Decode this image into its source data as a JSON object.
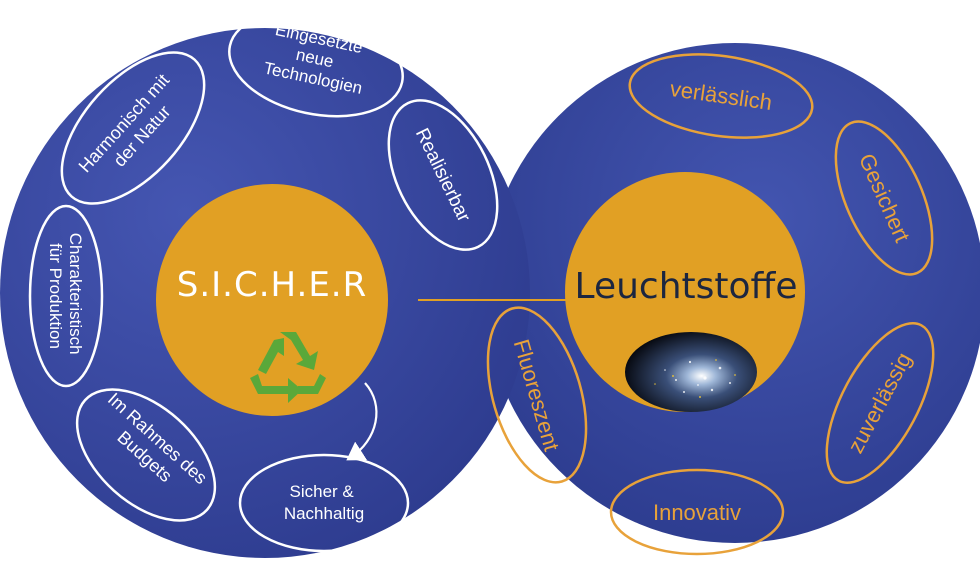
{
  "left_circle": {
    "title": "S.I.C.H.E.R",
    "icon": "recycle-icon",
    "items": [
      "Eingesetzte neue Technologien",
      "Realisierbar",
      "Harmonisch mit der Natur",
      "Charakteristisch für Produktion",
      "Im Rahmes des Budgets",
      "Sicher & Nachhaltig"
    ]
  },
  "right_circle": {
    "title": "Leuchtstoffe",
    "image": "phosphor-glow-image",
    "items": [
      "verlässlich",
      "Gesichert",
      "zuverlässig",
      "Innovativ",
      "Fluoreszent"
    ]
  },
  "colors": {
    "circle_blue": "#3a4aa0",
    "center_gold": "#e1a024",
    "outline_white": "#ffffff",
    "outline_gold": "#e8a23a",
    "title_dark": "#1c2640",
    "recycle_green": "#5aa83a"
  }
}
